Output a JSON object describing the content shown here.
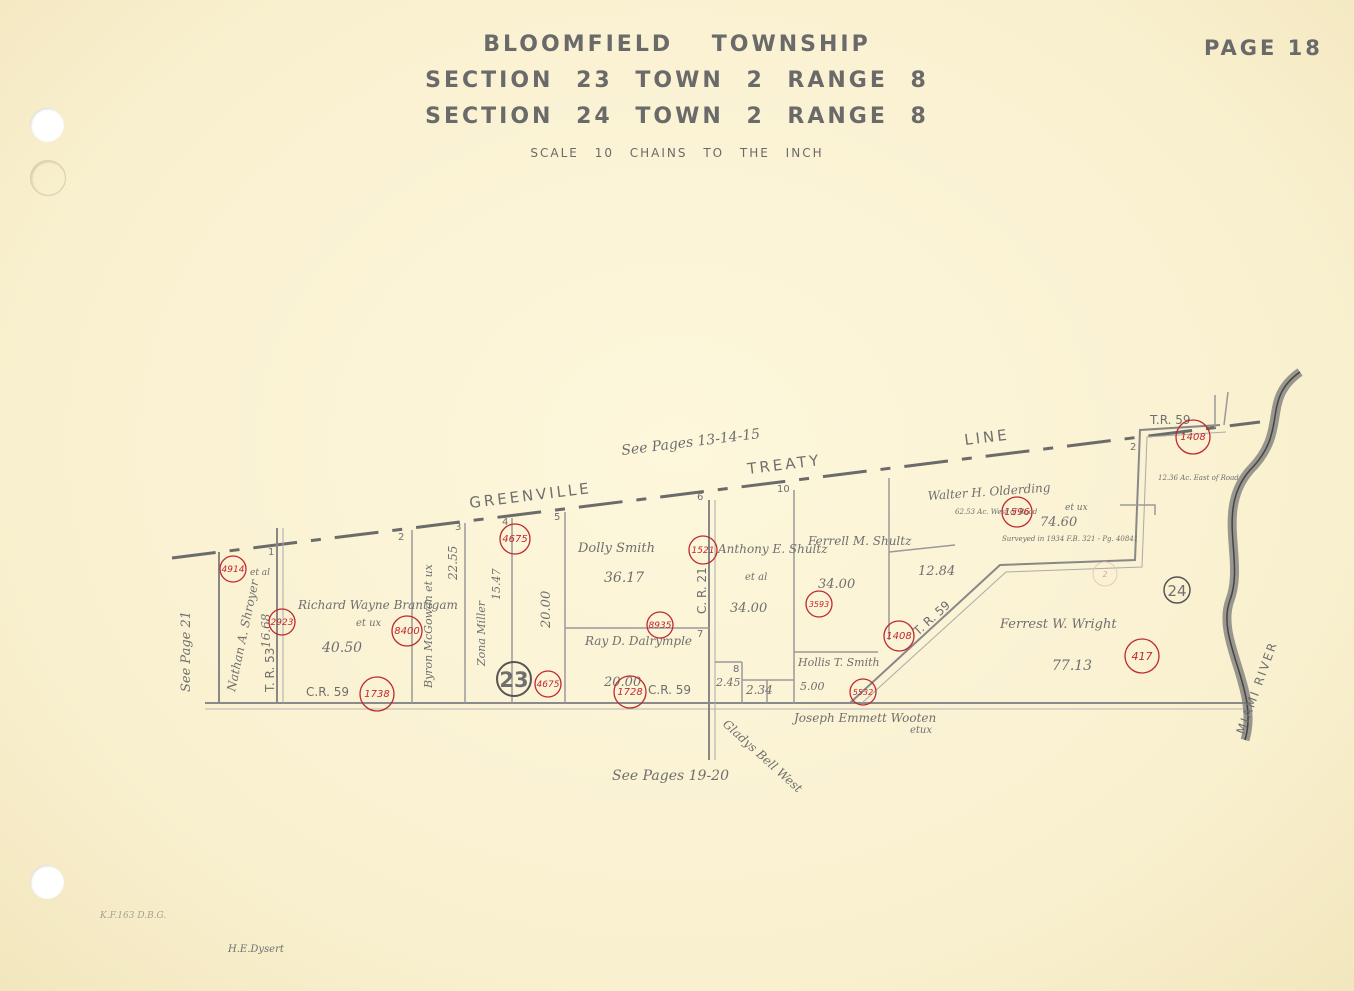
{
  "header": {
    "title": "BLOOMFIELD    TOWNSHIP",
    "section1": "SECTION 23  TOWN  2  RANGE  8",
    "section2": "SECTION 24  TOWN  2  RANGE  8",
    "scale": "SCALE  10  CHAINS  TO  THE  INCH",
    "page": "PAGE 18"
  },
  "references": {
    "top": "See Pages 13-14-15",
    "bottom": "See Pages 19-20",
    "left": "See Page 21"
  },
  "treaty_line": {
    "word1": "GREENVILLE",
    "word2": "TREATY",
    "word3": "LINE"
  },
  "roads": {
    "cr59_a": "C.R. 59",
    "cr59_b": "C.R. 59",
    "cr21": "C. R. 21",
    "tr53": "T. R. 53",
    "tr59": "T. R. 59",
    "tr59_top": "T.R. 59"
  },
  "river": "MIAMI  RIVER",
  "section_numbers": {
    "s23": "23",
    "s24": "24"
  },
  "lot_numbers": [
    "1",
    "2",
    "3",
    "4",
    "5",
    "6",
    "7",
    "8",
    "10",
    "2"
  ],
  "parcels": [
    {
      "owner": "Nathan A. Shroyer",
      "note": "et al",
      "acres": "16.68"
    },
    {
      "owner": "Richard Wayne Brantigam",
      "note": "et ux",
      "acres": "40.50"
    },
    {
      "owner": "Byron McGowan et ux",
      "acres": "22.55"
    },
    {
      "owner": "Zona Miller",
      "acres": "15.47"
    },
    {
      "owner": "",
      "acres": "20.00"
    },
    {
      "owner": "Dolly Smith",
      "acres": "36.17"
    },
    {
      "owner": "Ray D. Dalrymple",
      "acres": "20.00"
    },
    {
      "owner": "Anthony E. Shultz",
      "note": "et al",
      "acres": "34.00"
    },
    {
      "owner": "Ferrell M. Shultz",
      "acres": "34.00"
    },
    {
      "owner": "Walter H. Olderding",
      "note": "et ux",
      "acres": "74.60"
    },
    {
      "owner": "",
      "acres": "12.84"
    },
    {
      "owner": "Hollis T. Smith",
      "acres": "5.00"
    },
    {
      "owner": "Ferrest W. Wright",
      "acres": "77.13"
    },
    {
      "owner": "Gladys Bell West",
      "acres": "2.45"
    },
    {
      "owner": "Joseph Emmett Wooten",
      "note": "etux",
      "acres": "2.34"
    }
  ],
  "olderding_notes": {
    "west": "62.53 Ac. West of Road",
    "survey": "Surveyed in 1934 F.B. 321 - Pg. 40841",
    "east": "12.36 Ac. East of Road"
  },
  "red_numbers": [
    "4914",
    "2923",
    "1738",
    "8400",
    "4675",
    "4675",
    "1728",
    "8935",
    "1521",
    "3593",
    "5532",
    "1408",
    "1596",
    "1408",
    "417",
    "2"
  ],
  "signature": "H.E.Dysert",
  "corner_note": "K.F.163 D.B.G.",
  "colors": {
    "paper": "#fbf4d6",
    "ink": "#6f6f6f",
    "red_ink": "#c0282f"
  }
}
